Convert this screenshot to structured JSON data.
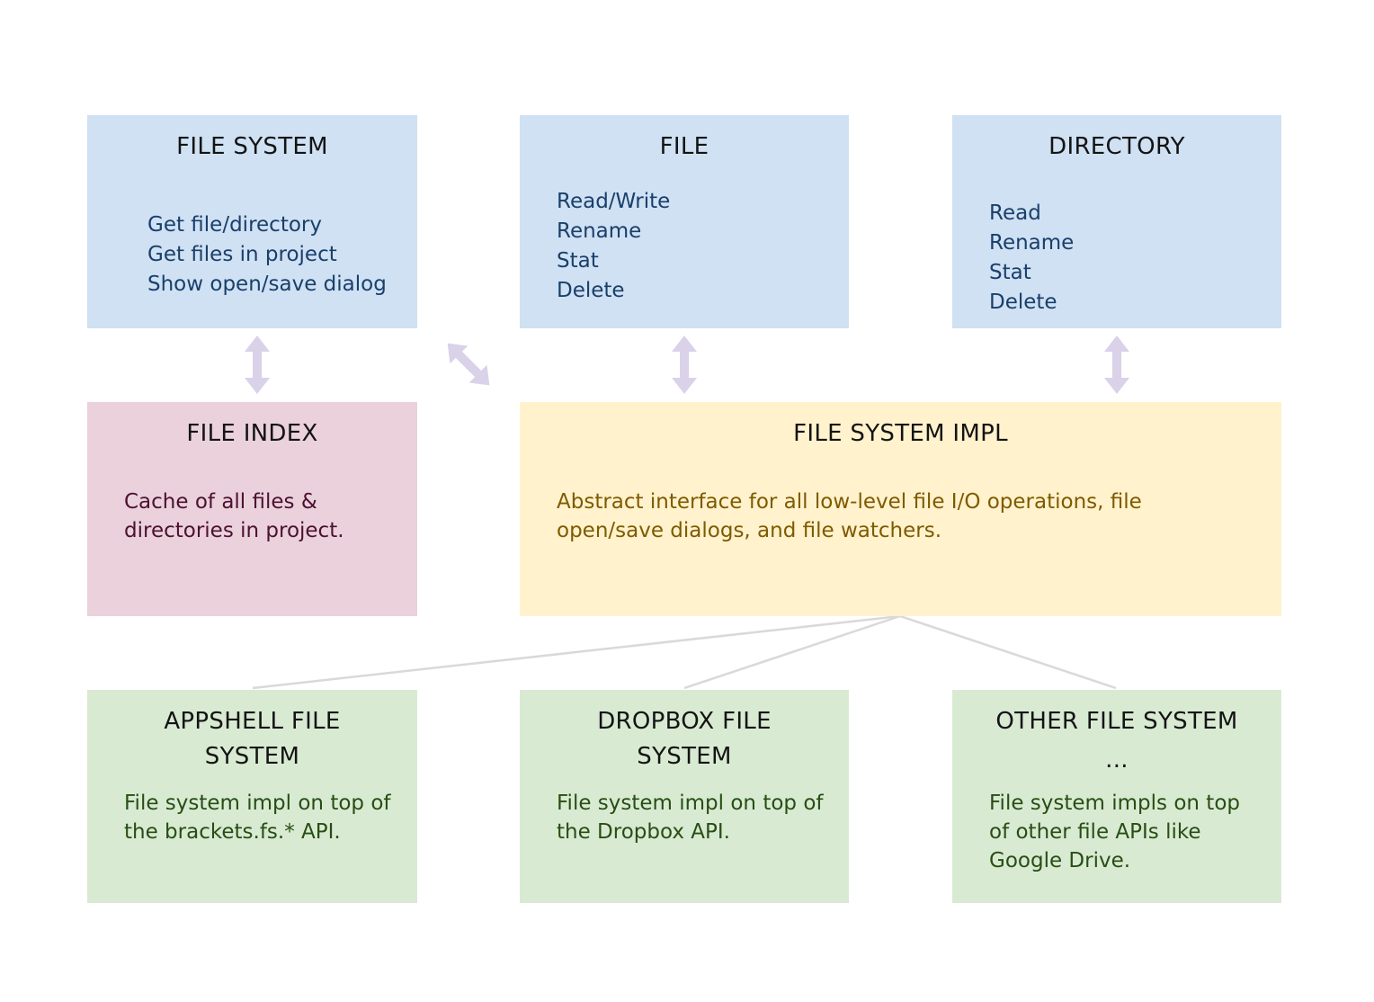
{
  "boxes": {
    "file_system": {
      "title": "FILE SYSTEM",
      "items": [
        "Get file/directory",
        "Get files in project",
        "Show open/save dialog"
      ]
    },
    "file": {
      "title": "FILE",
      "items": [
        "Read/Write",
        "Rename",
        "Stat",
        "Delete"
      ]
    },
    "directory": {
      "title": "DIRECTORY",
      "items": [
        "Read",
        "Rename",
        "Stat",
        "Delete"
      ]
    },
    "file_index": {
      "title": "FILE INDEX",
      "text": "Cache of all files & directories in project."
    },
    "file_system_impl": {
      "title": "FILE SYSTEM IMPL",
      "text": "Abstract interface for all low-level file I/O operations, file open/save dialogs, and file watchers."
    },
    "appshell": {
      "title_line1": "APPSHELL FILE",
      "title_line2": "SYSTEM",
      "text": "File system impl on top of the brackets.fs.* API."
    },
    "dropbox": {
      "title_line1": "DROPBOX FILE",
      "title_line2": "SYSTEM",
      "text": "File system impl on top of the Dropbox API."
    },
    "other": {
      "title_line1": "OTHER FILE SYSTEM",
      "title_line2": "...",
      "text": "File system impls on top of other file APIs like Google Drive."
    }
  },
  "colors": {
    "arrow": "#d9d2e9",
    "connector": "#d9d9d9",
    "blue_box": "#cfe1f3",
    "pink_box": "#ead1dc",
    "yellow_box": "#fff2cc",
    "green_box": "#d9ead3"
  }
}
